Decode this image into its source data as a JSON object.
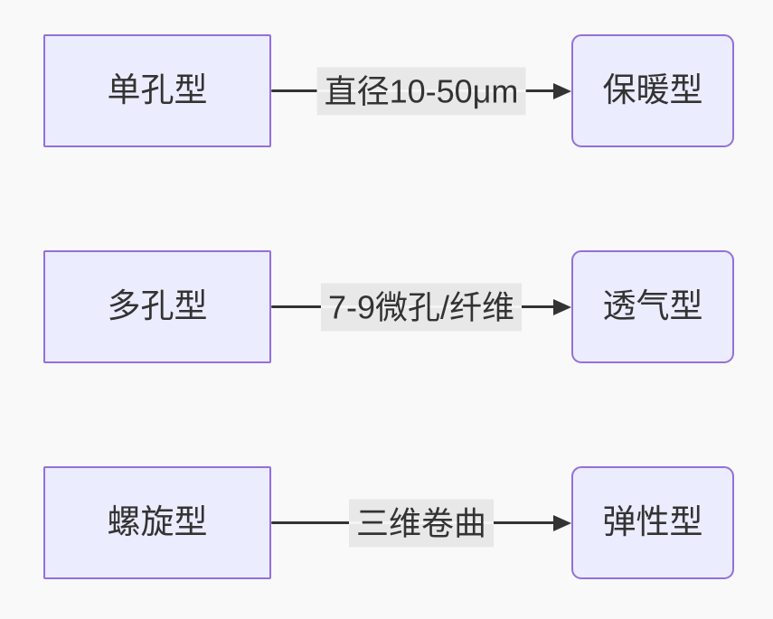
{
  "theme": {
    "node_fill": "#ECECFF",
    "node_border": "#9370DB",
    "edge_color": "#333333",
    "label_bg": "#e8e8e8",
    "text_color": "#333333",
    "canvas_bg": "#f9f9f9"
  },
  "diagram": {
    "type": "flowchart-left-to-right",
    "rows": [
      {
        "source": "单孔型",
        "edge_label": "直径10-50μm",
        "target": "保暖型"
      },
      {
        "source": "多孔型",
        "edge_label": "7-9微孔/纤维",
        "target": "透气型"
      },
      {
        "source": "螺旋型",
        "edge_label": "三维卷曲",
        "target": "弹性型"
      }
    ]
  }
}
